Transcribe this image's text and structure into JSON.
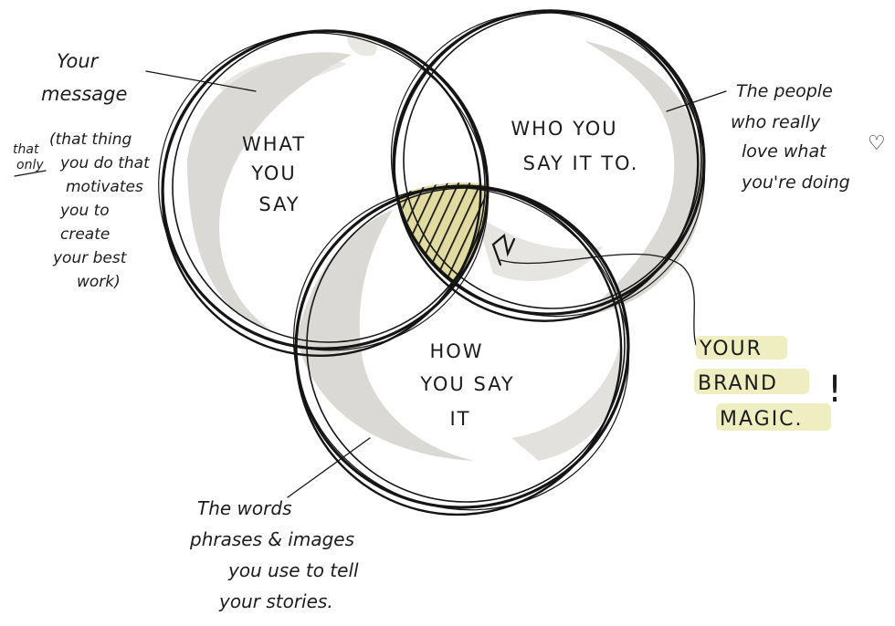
{
  "circles": [
    {
      "id": "what",
      "lines": [
        "WHAT",
        "YOU",
        "SAY"
      ]
    },
    {
      "id": "who",
      "lines": [
        "WHO YOU",
        "SAY IT TO."
      ]
    },
    {
      "id": "how",
      "lines": [
        "HOW",
        "YOU SAY",
        "IT"
      ]
    }
  ],
  "annotations": {
    "message": [
      "Your",
      "message"
    ],
    "only": [
      "that",
      "only"
    ],
    "motivation": [
      "(that thing",
      "you do that",
      "motivates",
      "you to",
      "create",
      "your best",
      "work)"
    ],
    "people": [
      "The people",
      "who really",
      "love what",
      "you're doing"
    ],
    "heart": "♡",
    "words": [
      "The words",
      "phrases & images",
      "you use to tell",
      "your stories."
    ]
  },
  "brand": {
    "lines": [
      "YOUR",
      "BRAND",
      "MAGIC."
    ],
    "exclaim": "!"
  },
  "colors": {
    "ink": "#151515",
    "wash": "#bdbab3",
    "magic_fill": "#e2dba0",
    "highlight": "#ecebb6"
  }
}
